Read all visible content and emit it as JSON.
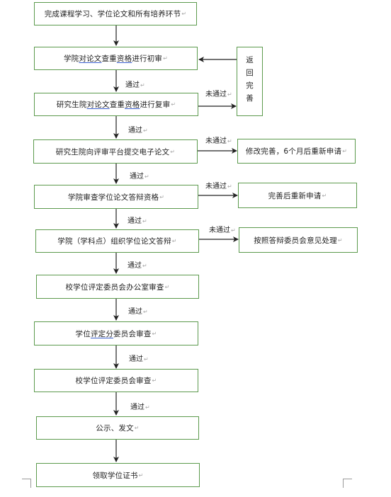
{
  "steps": {
    "s1": "完成课程学习、学位论文和所有培养环节",
    "s2_pre": "学院",
    "s2_u": "对论文",
    "s2_mid": "查重",
    "s2_u2": "资格",
    "s2_post": "进行初审",
    "s3_pre": "研究生院",
    "s3_u": "对论文",
    "s3_mid": "查重",
    "s3_u2": "资格",
    "s3_post": "进行复审",
    "s4": "研究生院向评审平台提交电子论文",
    "s5": "学院审查学位论文答辩资格",
    "s6": "学院（学科点）组织学位论文答辩",
    "s7": "校学位评定委员会办公室审查",
    "s8_pre": "学位",
    "s8_u": "评定分",
    "s8_post": "委员会审查",
    "s9": "校学位评定委员会审查",
    "s10": "公示、发文",
    "s11": "领取学位证书"
  },
  "side": {
    "return_chars": [
      "返",
      "回",
      "完",
      "善"
    ],
    "revise": "修改完善，6个月后重新申请",
    "reapply": "完善后重新申请",
    "committee": "按照答辩委员会意见处理"
  },
  "labels": {
    "pass": "通过",
    "fail": "未通过"
  },
  "para_mark": "↵"
}
